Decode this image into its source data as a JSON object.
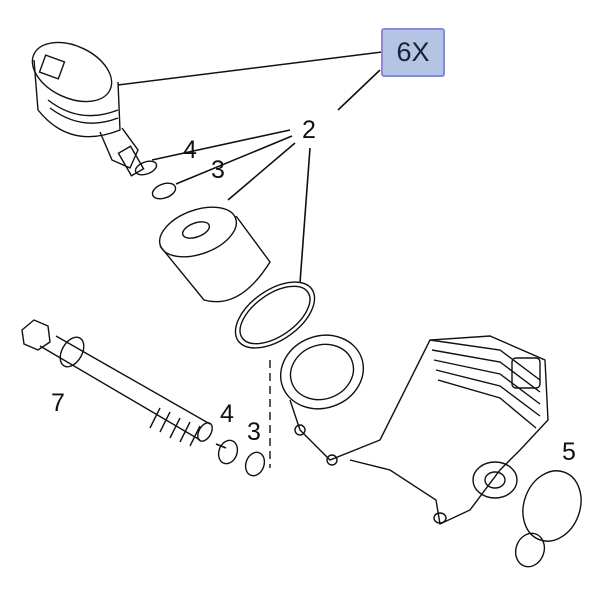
{
  "quantity_badge": "6X",
  "callouts": {
    "filter_assembly": "2",
    "seal_upper_4": "4",
    "seal_upper_3": "3",
    "bolt": "7",
    "seal_lower_4": "4",
    "seal_lower_3": "3",
    "gasket": "5"
  },
  "colors": {
    "badge_fill": "#b4c4e4",
    "badge_border": "#8c88d8"
  }
}
